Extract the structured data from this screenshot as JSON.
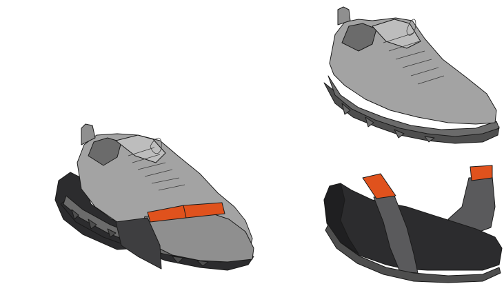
{
  "illustration": {
    "palette": {
      "background": "#ffffff",
      "upper_light": "#a3a3a3",
      "upper_mid": "#8f8f8f",
      "sole_mid": "#6b6b6b",
      "sole_dark": "#4e4e4e",
      "overshoe_dark": "#2c2c2e",
      "overshoe_strap": "#5a5a5c",
      "accent_orange": "#e0521d",
      "outline": "#1a1a1a",
      "lace": "#3a3a3a"
    },
    "figures": [
      {
        "id": "assembled-shoe-with-overshoe",
        "description_icon": "shoe-with-overshoe-icon"
      },
      {
        "id": "shoe-alone",
        "description_icon": "shoe-icon"
      },
      {
        "id": "overshoe-alone",
        "description_icon": "overshoe-icon"
      }
    ]
  }
}
